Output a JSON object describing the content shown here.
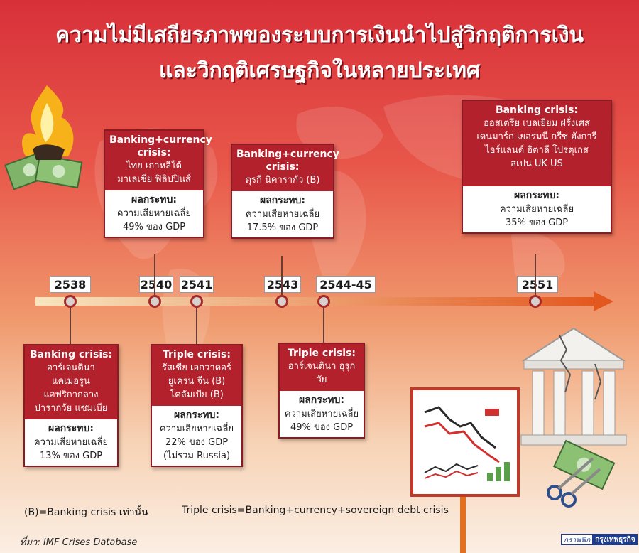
{
  "title": {
    "line1": "ความไม่มีเสถียรภาพของระบบการเงินนำไปสู่วิกฤติการเงิน",
    "line2": "และวิกฤติเศรษฐกิจในหลายประเทศ"
  },
  "timeline": {
    "years": [
      "2538",
      "2540",
      "2541",
      "2543",
      "2544-45",
      "2551"
    ]
  },
  "events": {
    "e2538": {
      "heading": "Banking crisis:",
      "countries": [
        "อาร์เจนตินา แคเมอรูน",
        "แอฟริกากลาง",
        "ปารากวัย แซมเบีย"
      ],
      "impact_label": "ผลกระทบ:",
      "impact_text": "ความเสียหายเฉลี่ย",
      "impact_value": "13% ของ GDP"
    },
    "e2540": {
      "heading": "Banking+currency crisis:",
      "countries": [
        "ไทย เกาหลีใต้",
        "มาเลเซีย ฟิลิปปินส์"
      ],
      "impact_label": "ผลกระทบ:",
      "impact_text": "ความเสียหายเฉลี่ย",
      "impact_value": "49% ของ GDP"
    },
    "e2541": {
      "heading": "Triple crisis:",
      "countries": [
        "รัสเซีย เอกวาดอร์",
        "ยูเครน จีน (B)",
        "โคลัมเบีย (B)"
      ],
      "impact_label": "ผลกระทบ:",
      "impact_text": "ความเสียหายเฉลี่ย",
      "impact_value": "22% ของ GDP",
      "impact_note": "(ไม่รวม Russia)"
    },
    "e2543": {
      "heading": "Banking+currency crisis:",
      "countries": [
        "ตุรกี นิคารากัว (B)"
      ],
      "impact_label": "ผลกระทบ:",
      "impact_text": "ความเสียหายเฉลี่ย",
      "impact_value": "17.5% ของ GDP"
    },
    "e2544": {
      "heading": "Triple crisis:",
      "countries": [
        "อาร์เจนตินา อุรุกวัย"
      ],
      "impact_label": "ผลกระทบ:",
      "impact_text": "ความเสียหายเฉลี่ย",
      "impact_value": "49% ของ GDP"
    },
    "e2551": {
      "heading": "Banking crisis:",
      "countries": [
        "ออสเตรีย เบลเยี่ยม ฝรั่งเศส",
        "เดนมาร์ก เยอรมนี กรีซ ฮังการี",
        "ไอร์แลนด์ อิตาลี โปรตุเกส",
        "สเปน  UK US"
      ],
      "impact_label": "ผลกระทบ:",
      "impact_text": "ความเสียหายเฉลี่ย",
      "impact_value": "35% ของ GDP"
    }
  },
  "notes": {
    "banking_only": "(B)=Banking crisis เท่านั้น",
    "triple_def": "Triple crisis=Banking+currency+sovereign debt crisis",
    "source": "ที่มา: IMF Crises Database"
  },
  "brand": {
    "part1": "กราฟฟิก",
    "part2": "กรุงเทพธุรกิจ"
  },
  "colors": {
    "box_header": "#b3222c",
    "arrow_end": "#e3581f",
    "brand_blue": "#1e3c8c"
  }
}
